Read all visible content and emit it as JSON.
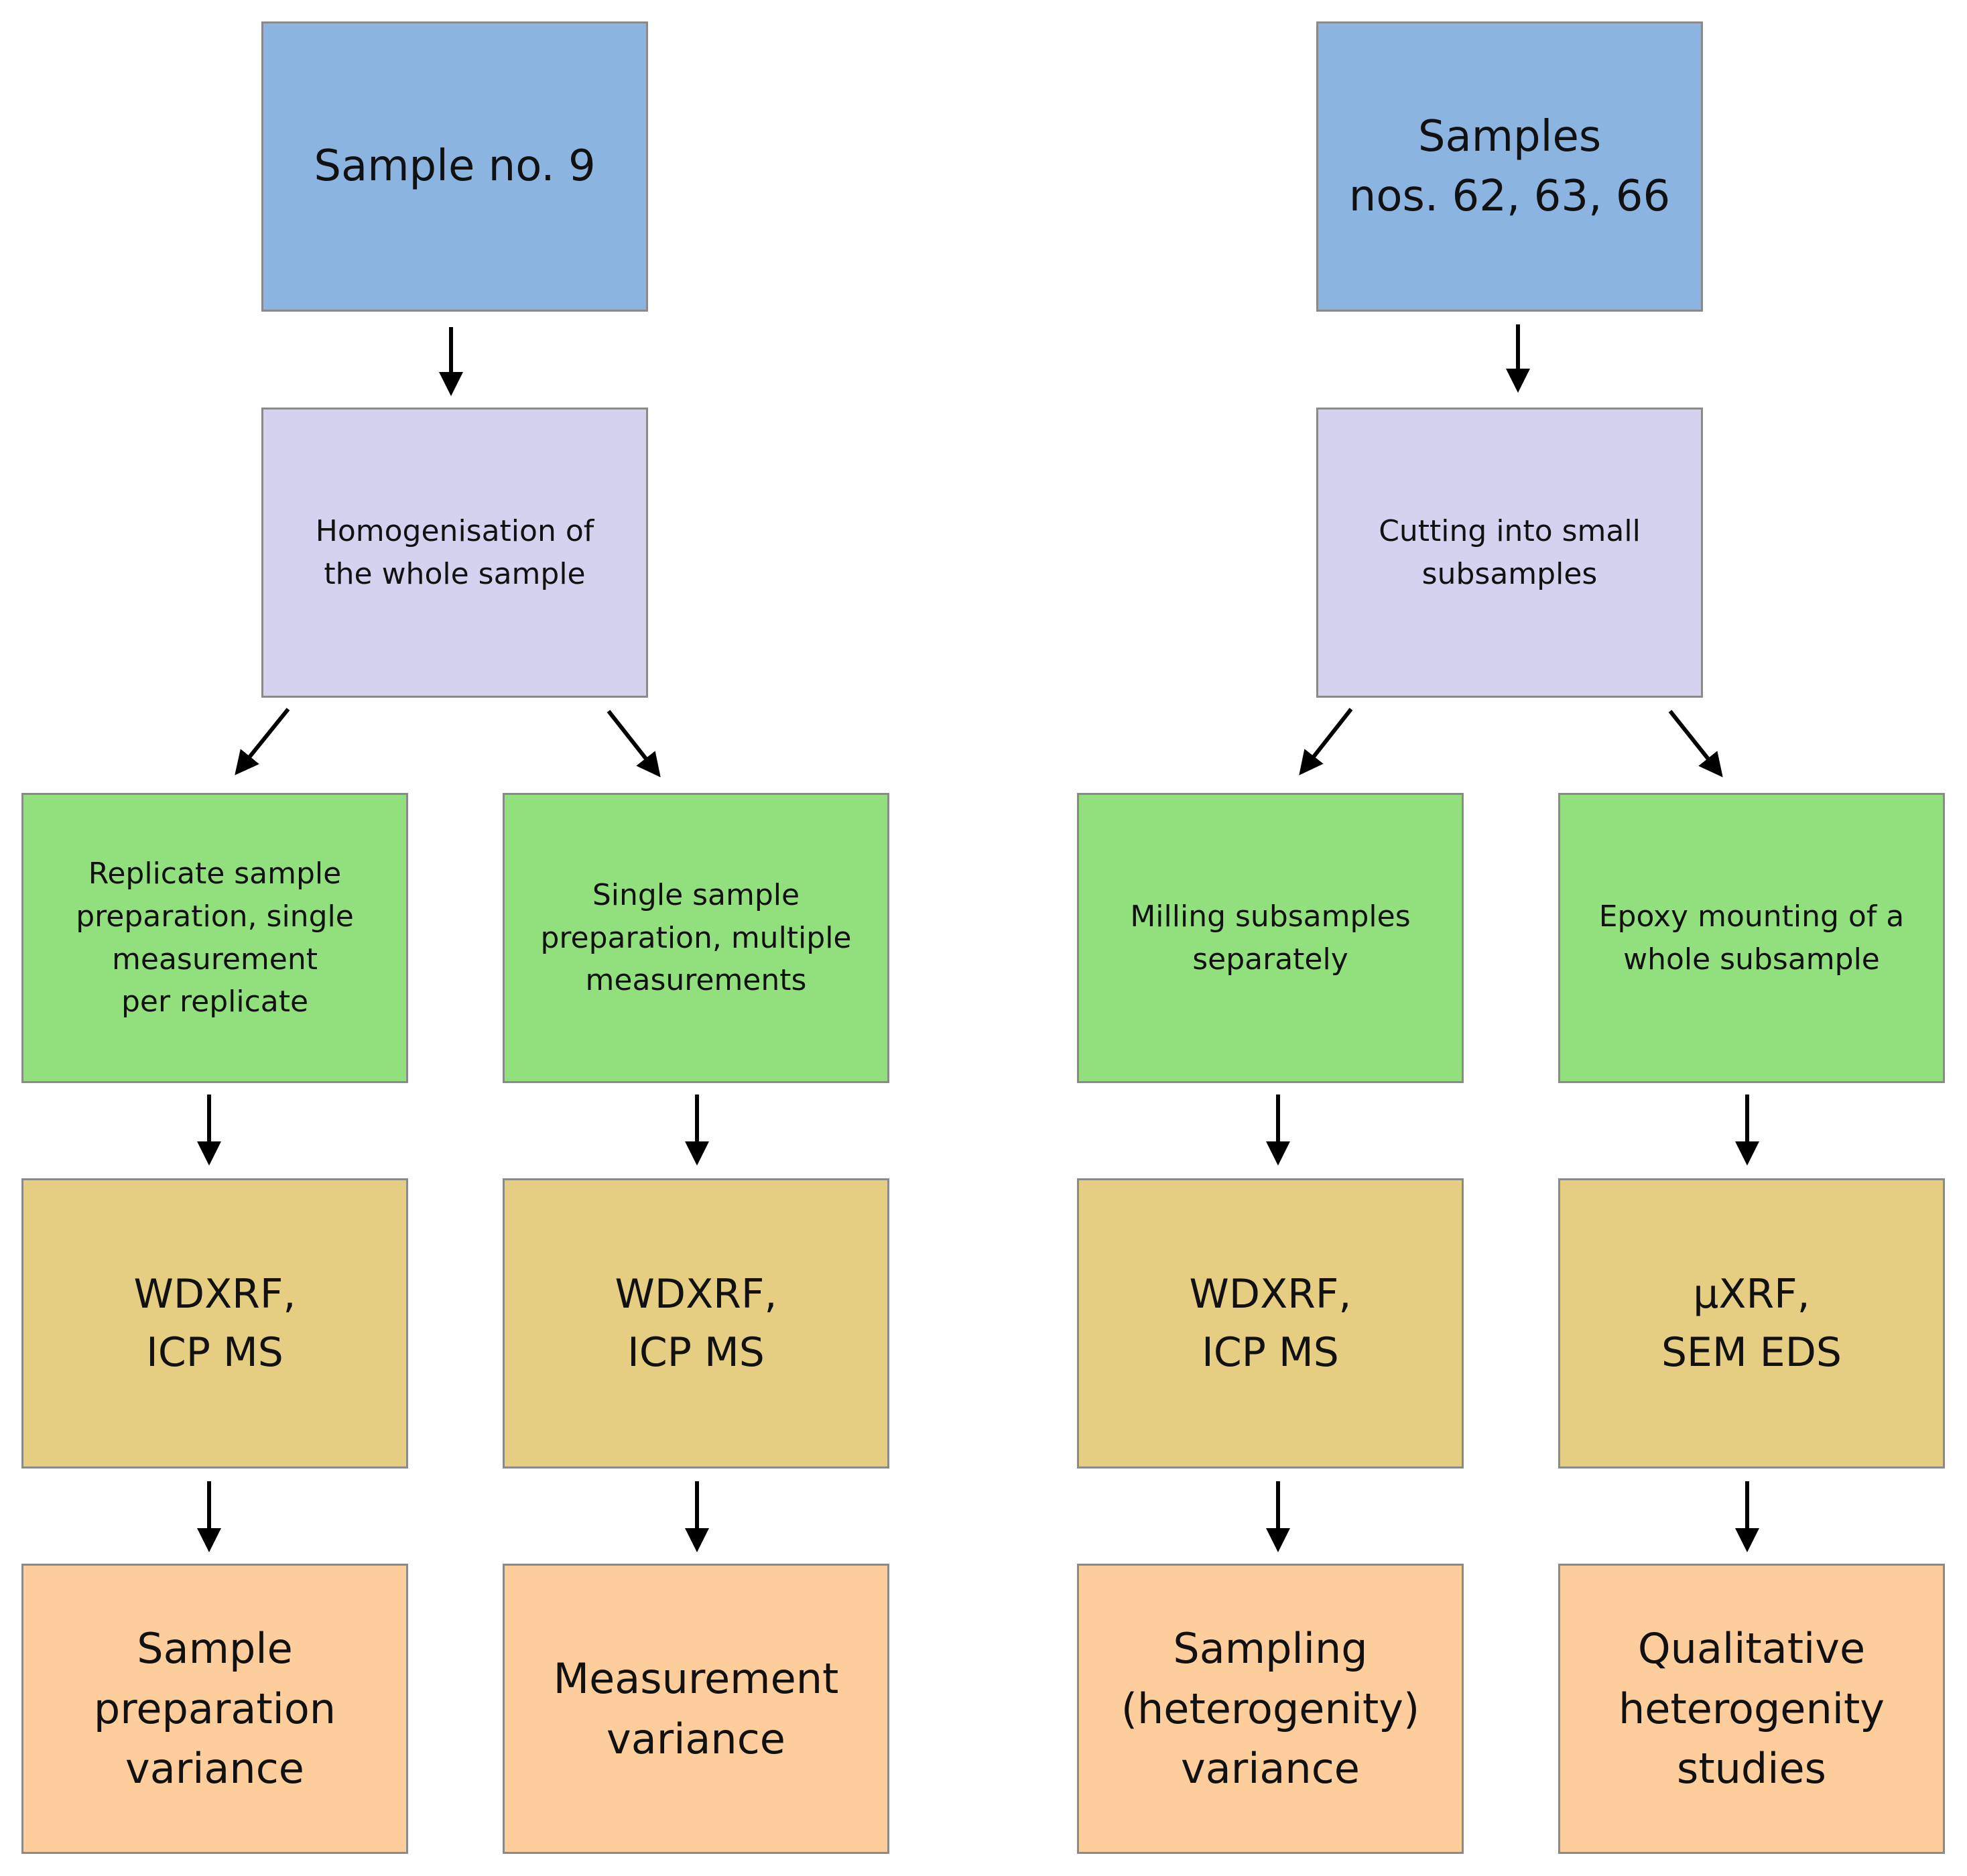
{
  "nodes": {
    "sample9": "Sample no. 9",
    "samples_62_63_66": "Samples\nnos. 62, 63, 66",
    "homogenisation": "Homogenisation of\nthe whole sample",
    "cutting": "Cutting into small\nsubsamples",
    "replicate_prep": "Replicate sample\npreparation, single\nmeasurement\nper replicate",
    "single_prep": "Single sample\npreparation, multiple\nmeasurements",
    "milling": "Milling subsamples\nseparately",
    "epoxy": "Epoxy mounting of a\nwhole subsample",
    "method_1": "WDXRF,\nICP MS",
    "method_2": "WDXRF,\nICP MS",
    "method_3": "WDXRF,\nICP MS",
    "method_4": "µXRF,\nSEM EDS",
    "result_1": "Sample\npreparation\nvariance",
    "result_2": "Measurement\nvariance",
    "result_3": "Sampling\n(heterogenity)\nvariance",
    "result_4": "Qualitative\nheterogenity\nstudies"
  },
  "colors": {
    "sample": "#8cb4e0",
    "process": "#d4d2ef",
    "preparation": "#92df7d",
    "method": "#e5cd82",
    "result": "#fecd9c",
    "border": "#8a8a8a",
    "arrow": "#000000"
  },
  "edges": [
    [
      "sample9",
      "homogenisation"
    ],
    [
      "samples_62_63_66",
      "cutting"
    ],
    [
      "homogenisation",
      "replicate_prep"
    ],
    [
      "homogenisation",
      "single_prep"
    ],
    [
      "cutting",
      "milling"
    ],
    [
      "cutting",
      "epoxy"
    ],
    [
      "replicate_prep",
      "method_1"
    ],
    [
      "single_prep",
      "method_2"
    ],
    [
      "milling",
      "method_3"
    ],
    [
      "epoxy",
      "method_4"
    ],
    [
      "method_1",
      "result_1"
    ],
    [
      "method_2",
      "result_2"
    ],
    [
      "method_3",
      "result_3"
    ],
    [
      "method_4",
      "result_4"
    ]
  ]
}
